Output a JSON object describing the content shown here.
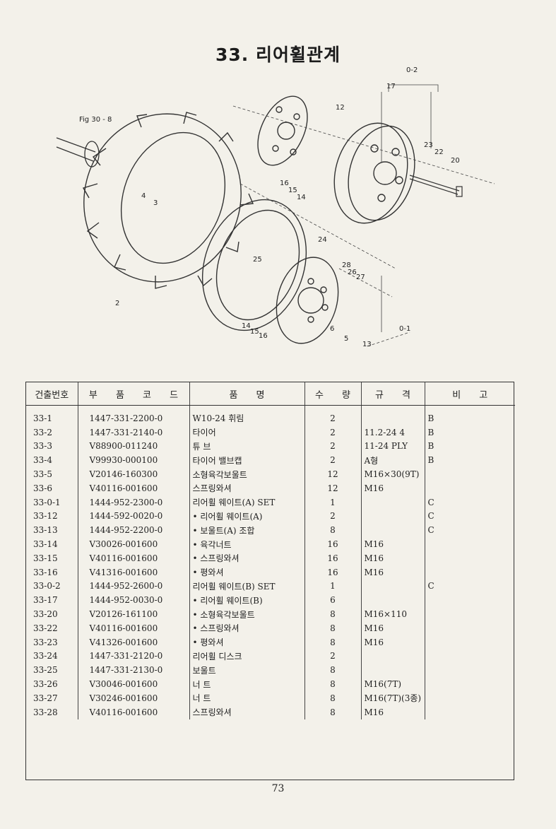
{
  "title": "33. 리어휠관계",
  "page_number": "73",
  "diagram_labels": {
    "fig_ref": "Fig 30 - 8",
    "group_a": "0-2",
    "group_b": "0-1",
    "callouts": [
      "2",
      "3",
      "4",
      "5",
      "6",
      "12",
      "13",
      "14",
      "15",
      "16",
      "17",
      "20",
      "22",
      "23",
      "24",
      "25",
      "26",
      "27",
      "28",
      "14",
      "15",
      "16"
    ]
  },
  "table": {
    "headers": [
      "건출번호",
      "부 품 코 드",
      "품 명",
      "수 량",
      "규 격",
      "비 고"
    ],
    "rows": [
      {
        "no": "33-1",
        "code": "1447-331-2200-0",
        "name": "W10-24 휘림",
        "qty": "2",
        "spec": "",
        "note": "B"
      },
      {
        "no": "33-2",
        "code": "1447-331-2140-0",
        "name": "타이어",
        "qty": "2",
        "spec": "11.2-24 4",
        "note": "B"
      },
      {
        "no": "33-3",
        "code": "V88900-011240",
        "name": "튜 브",
        "qty": "2",
        "spec": "11-24 PLY",
        "note": "B"
      },
      {
        "no": "33-4",
        "code": "V99930-000100",
        "name": "타이어 밸브캡",
        "qty": "2",
        "spec": "A형",
        "note": "B"
      },
      {
        "no": "33-5",
        "code": "V20146-160300",
        "name": "소형육각보울트",
        "qty": "12",
        "spec": "M16×30(9T)",
        "note": ""
      },
      {
        "no": "33-6",
        "code": "V40116-001600",
        "name": "스프링와셔",
        "qty": "12",
        "spec": "M16",
        "note": ""
      },
      {
        "no": "33-0-1",
        "code": "1444-952-2300-0",
        "name": "리어휠 웨이트(A) SET",
        "qty": "1",
        "spec": "",
        "note": "C"
      },
      {
        "no": "33-12",
        "code": "1444-592-0020-0",
        "name": "• 리어휠 웨이트(A)",
        "qty": "2",
        "spec": "",
        "note": "C"
      },
      {
        "no": "33-13",
        "code": "1444-952-2200-0",
        "name": "• 보울트(A) 조합",
        "qty": "8",
        "spec": "",
        "note": "C"
      },
      {
        "no": "33-14",
        "code": "V30026-001600",
        "name": "• 육각너트",
        "qty": "16",
        "spec": "M16",
        "note": ""
      },
      {
        "no": "33-15",
        "code": "V40116-001600",
        "name": "• 스프링와셔",
        "qty": "16",
        "spec": "M16",
        "note": ""
      },
      {
        "no": "33-16",
        "code": "V41316-001600",
        "name": "• 평와셔",
        "qty": "16",
        "spec": "M16",
        "note": ""
      },
      {
        "no": "33-0-2",
        "code": "1444-952-2600-0",
        "name": "리어휠 웨이트(B) SET",
        "qty": "1",
        "spec": "",
        "note": "C"
      },
      {
        "no": "33-17",
        "code": "1444-952-0030-0",
        "name": "• 리어휠 웨이트(B)",
        "qty": "6",
        "spec": "",
        "note": ""
      },
      {
        "no": "33-20",
        "code": "V20126-161100",
        "name": "• 소형육각보울트",
        "qty": "8",
        "spec": "M16×110",
        "note": ""
      },
      {
        "no": "33-22",
        "code": "V40116-001600",
        "name": "• 스프링와셔",
        "qty": "8",
        "spec": "M16",
        "note": ""
      },
      {
        "no": "33-23",
        "code": "V41326-001600",
        "name": "• 평와셔",
        "qty": "8",
        "spec": "M16",
        "note": ""
      },
      {
        "no": "33-24",
        "code": "1447-331-2120-0",
        "name": "리어휠 디스크",
        "qty": "2",
        "spec": "",
        "note": ""
      },
      {
        "no": "33-25",
        "code": "1447-331-2130-0",
        "name": "보울트",
        "qty": "8",
        "spec": "",
        "note": ""
      },
      {
        "no": "33-26",
        "code": "V30046-001600",
        "name": "너 트",
        "qty": "8",
        "spec": "M16(7T)",
        "note": ""
      },
      {
        "no": "33-27",
        "code": "V30246-001600",
        "name": "너 트",
        "qty": "8",
        "spec": "M16(7T)(3종)",
        "note": ""
      },
      {
        "no": "33-28",
        "code": "V40116-001600",
        "name": "스프링와셔",
        "qty": "8",
        "spec": "M16",
        "note": ""
      }
    ]
  }
}
